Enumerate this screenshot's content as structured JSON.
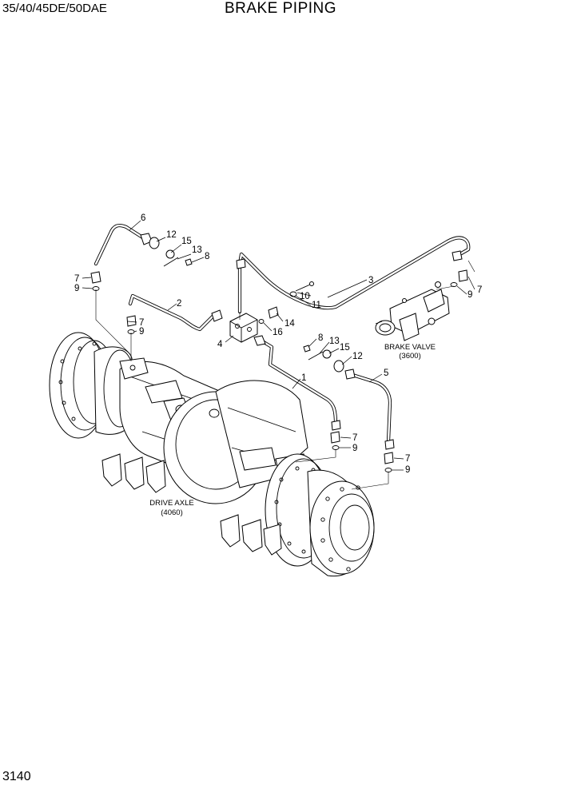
{
  "header": {
    "model": "35/40/45DE/50DAE",
    "title": "BRAKE PIPING"
  },
  "footer": {
    "page_number": "3140"
  },
  "assemblies": {
    "brake_valve": {
      "name": "BRAKE VALVE",
      "ref": "(3600)"
    },
    "drive_axle": {
      "name": "DRIVE AXLE",
      "ref": "(4060)"
    }
  },
  "callouts": {
    "c1": "1",
    "c2": "2",
    "c3": "3",
    "c4": "4",
    "c5": "5",
    "c6": "6",
    "c7a": "7",
    "c7b": "7",
    "c7c": "7",
    "c7d": "7",
    "c7e": "7",
    "c8a": "8",
    "c8b": "8",
    "c9a": "9",
    "c9b": "9",
    "c9c": "9",
    "c9d": "9",
    "c9e": "9",
    "c10": "10",
    "c11": "11",
    "c12a": "12",
    "c12b": "12",
    "c13a": "13",
    "c13b": "13",
    "c14": "14",
    "c15a": "15",
    "c15b": "15",
    "c16": "16"
  }
}
